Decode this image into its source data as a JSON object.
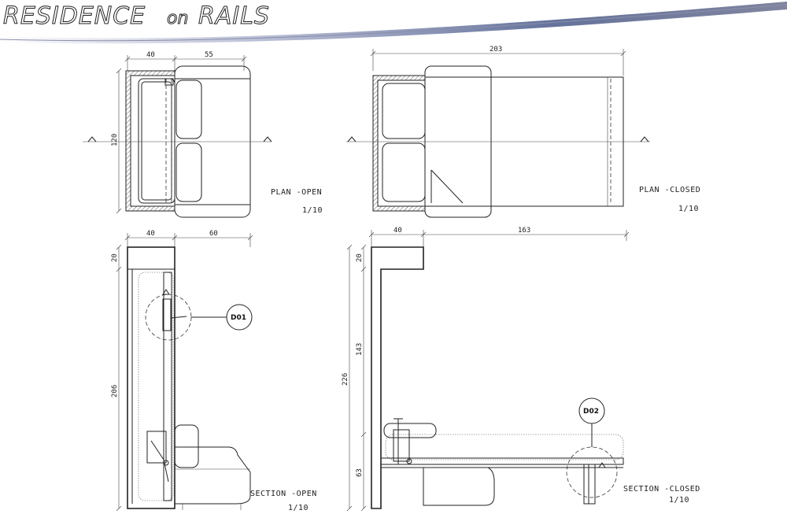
{
  "header": {
    "title_a": "RESIDENCE",
    "title_b": "on",
    "title_c": "RAILS"
  },
  "plan_open": {
    "label": "PLAN -OPEN",
    "scale": "1/10",
    "dim_top_left": "40",
    "dim_top_right": "55",
    "dim_side": "120"
  },
  "plan_closed": {
    "label": "PLAN -CLOSED",
    "scale": "1/10",
    "dim_top": "203"
  },
  "section_open": {
    "label": "SECTION -OPEN",
    "scale": "1/10",
    "dim_top_left": "40",
    "dim_top_right": "60",
    "dim_side_top": "20",
    "dim_side_total": "206",
    "callout": "D01"
  },
  "section_closed": {
    "label": "SECTION -CLOSED",
    "scale": "1/10",
    "dim_top_left": "40",
    "dim_top_right": "163",
    "dim_side_top": "20",
    "dim_side_mid": "143",
    "dim_side_low": "63",
    "dim_side_total": "226",
    "callout": "D02"
  },
  "colors": {
    "swoosh_dark": "#4a5a8a",
    "swoosh_light": "#c9cde0"
  }
}
